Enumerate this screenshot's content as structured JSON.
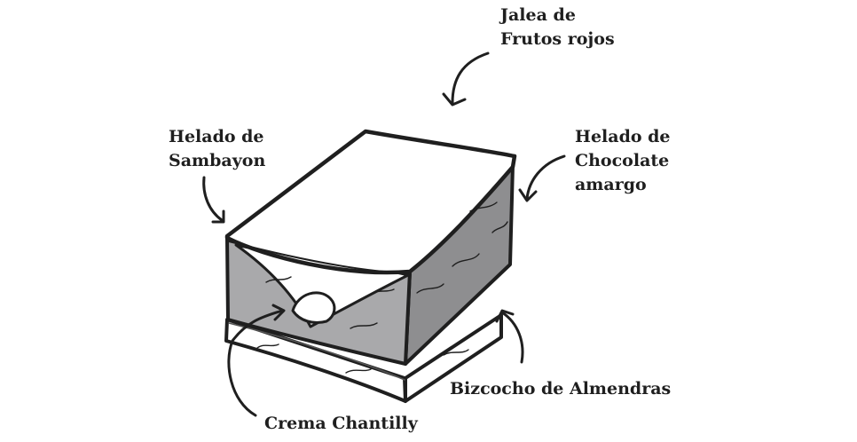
{
  "labels": {
    "jalea": [
      "Jalea de",
      "Frutos rojos"
    ],
    "sambayon": [
      "Helado de",
      "Sambayon"
    ],
    "chocolate": [
      "Helado de",
      "Chocolate",
      "amargo"
    ],
    "bizcocho": "Bizcocho de Almendras",
    "crema": "Crema Chantilly"
  },
  "colors": {
    "ink": "#1f1f1f",
    "sambayon_layer": "#a9a9ab",
    "chocolate_layer": "#8e8e90",
    "top_jelly": "#ffffff",
    "cream": "#ffffff"
  }
}
